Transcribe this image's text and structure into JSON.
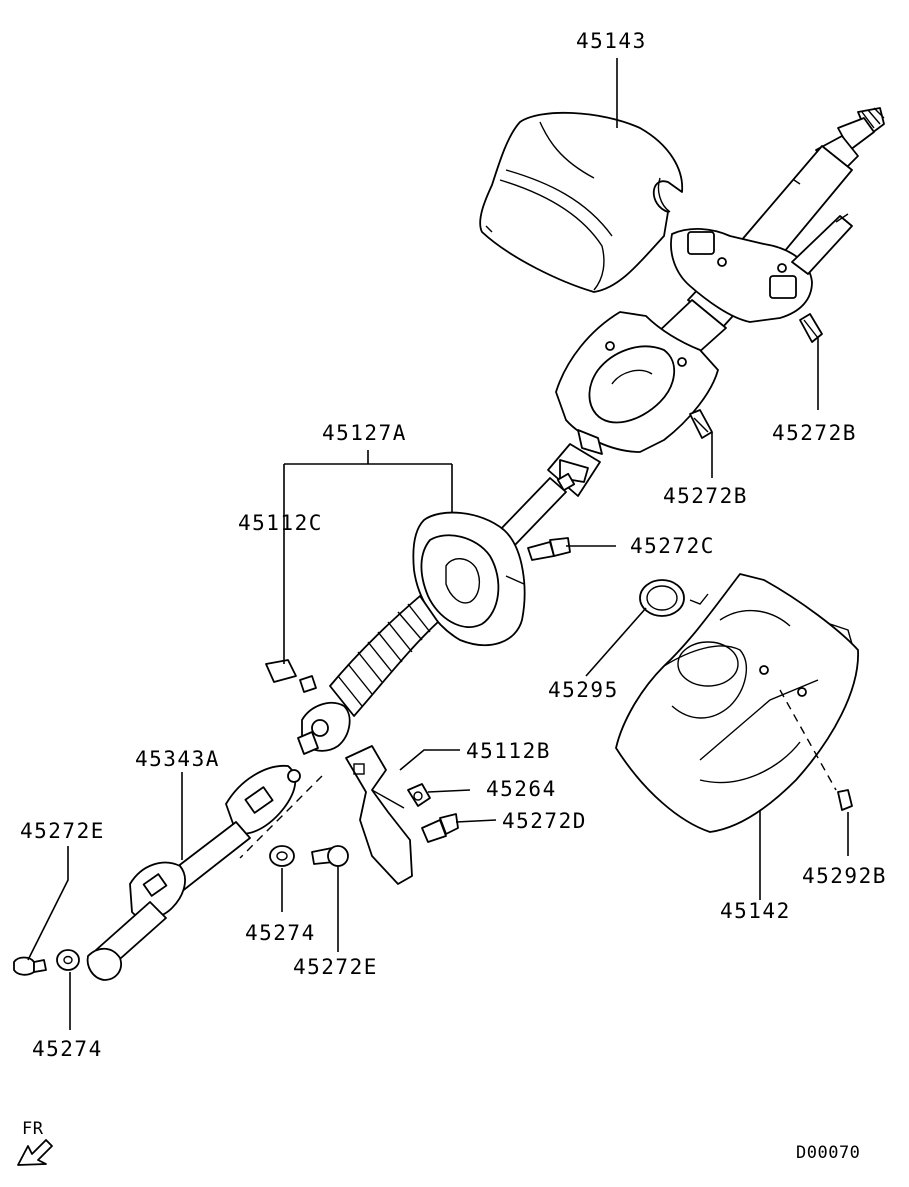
{
  "labels": {
    "cover_upper": "45143",
    "bolt_b_upper": "45272B",
    "bolt_b_lower": "45272B",
    "assembly": "45127A",
    "clip_c": "45112C",
    "bolt_c": "45272C",
    "ring": "45295",
    "joint": "45343A",
    "clip_b": "45112B",
    "nut_264": "45264",
    "bolt_d": "45272D",
    "cover_lower": "45142",
    "screw_292b": "45292B",
    "bolt_e_left": "45272E",
    "washer_mid": "45274",
    "bolt_e_mid": "45272E",
    "washer_left": "45274",
    "front_marker": "FR",
    "diagram_code": "D00070"
  }
}
